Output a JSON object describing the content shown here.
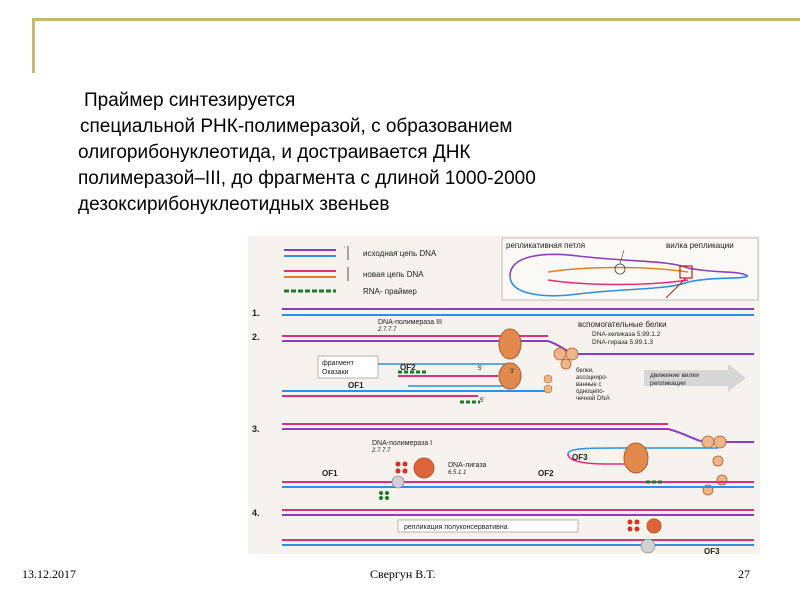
{
  "slide": {
    "paragraph": [
      "Праймер  синтезируется",
      "специальной   РНК-полимеразой,  с образованием",
      "олигорибонуклеотида,  и  достраивается    ДНК",
      "полимеразой–III,  до  фрагмента  с длиной 1000-2000",
      "дезоксирибонуклеотидных  звеньев"
    ]
  },
  "figure": {
    "legend": {
      "parent": "исходная цепь DNA",
      "new": "новая цепь DNA",
      "primer": "RNA- праймер"
    },
    "loop": {
      "loop_label": "репликативная петля",
      "fork_label": "вилка репликации"
    },
    "steps": [
      "1.",
      "2.",
      "3.",
      "4."
    ],
    "labels": {
      "pol3": "DNA-полимераза III",
      "ec_pol3": "2.7.7.7",
      "aux": "вспомогательные белки",
      "helicase": "DNA-хеликаза  5.99.1.2",
      "gyrase": "DNA-гираза   5.99.1.3",
      "okazaki": "фрагмент\nОказаки",
      "of2": "OF2",
      "of1": "OF1",
      "of3": "OF3",
      "five_prime": "5'",
      "three_prime": "3'",
      "ssb": "белки,\nассоцииро-\nванные с\nодноцепо-\nчечной DNA",
      "fork_move": "движение вилки\nрепликации",
      "pol1": "DNA-полимераза I",
      "ec_pol1": "2.7.7.7",
      "ligase": "DNA-лигаза",
      "ec_ligase": "6.5.1.1",
      "semicons": "репликация  полуконсервативна"
    }
  },
  "footer": {
    "date": "13.12.2017",
    "author": "Свергун В.Т.",
    "page": "27"
  },
  "colors": {
    "accent_line": "#c8b878",
    "parent_strand": "#8a3fc0",
    "new_strand": "#e0307a",
    "blue_strand": "#2f8fe0",
    "protein": "#e28a4e"
  }
}
